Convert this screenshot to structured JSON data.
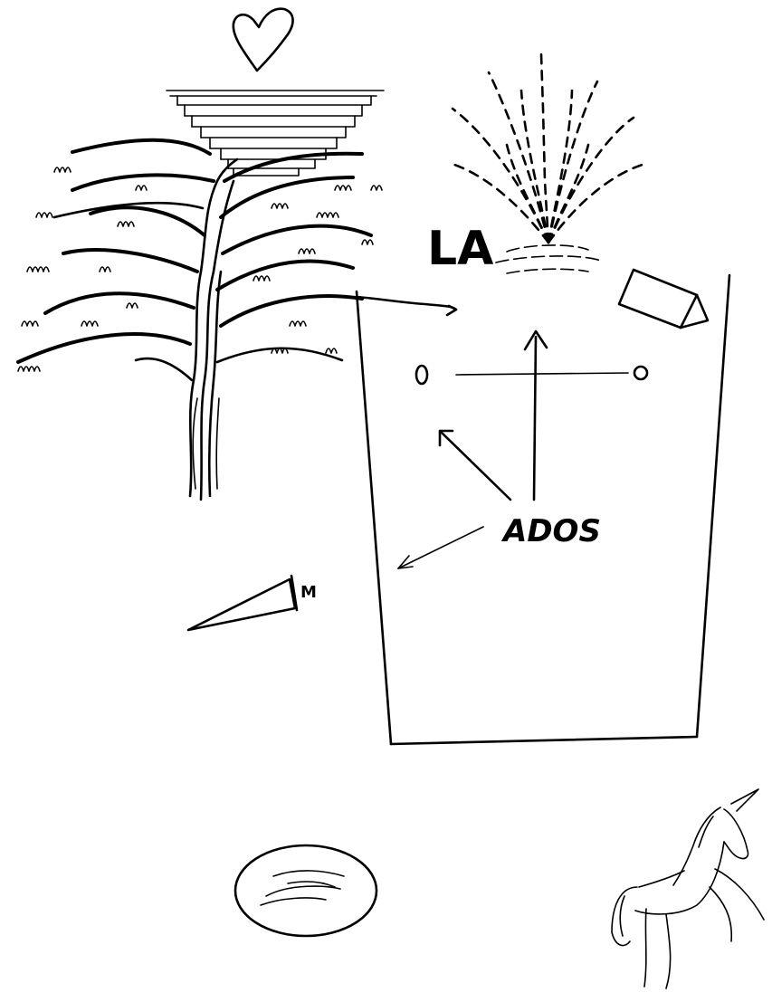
{
  "labels": {
    "top_label": "LA",
    "center_label": "ADOS",
    "small_mark": "M"
  },
  "colors": {
    "ink": "#000000",
    "paper": "#ffffff"
  },
  "icons": [
    "heart-icon",
    "stepped-pyramid-icon",
    "willow-tree-icon",
    "fountain-icon",
    "tilted-box-icon",
    "cone-icon",
    "oval-pond-icon",
    "unicorn-icon"
  ]
}
